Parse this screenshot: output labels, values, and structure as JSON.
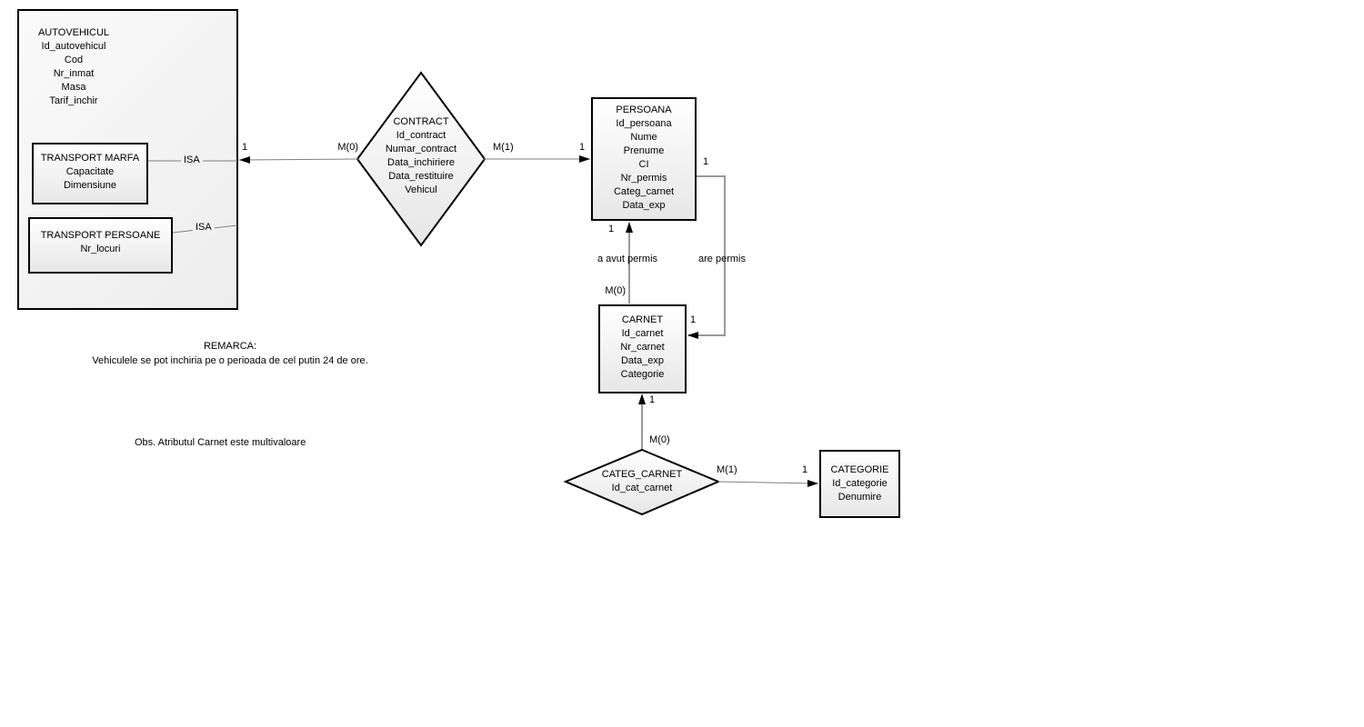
{
  "diagram": {
    "entities": {
      "autovehicul": {
        "title": "AUTOVEHICUL",
        "attributes": [
          "Id_autovehicul",
          "Cod",
          "Nr_inmat",
          "Masa",
          "Tarif_inchir"
        ]
      },
      "transport_marfa": {
        "title": "TRANSPORT MARFA",
        "attributes": [
          "Capacitate",
          "Dimensiune"
        ]
      },
      "transport_persoane": {
        "title": "TRANSPORT PERSOANE",
        "attributes": [
          "Nr_locuri"
        ]
      },
      "persoana": {
        "title": "PERSOANA",
        "attributes": [
          "Id_persoana",
          "Nume",
          "Prenume",
          "CI",
          "Nr_permis",
          "Categ_carnet",
          "Data_exp"
        ]
      },
      "carnet": {
        "title": "CARNET",
        "attributes": [
          "Id_carnet",
          "Nr_carnet",
          "Data_exp",
          "Categorie"
        ]
      },
      "categorie": {
        "title": "CATEGORIE",
        "attributes": [
          "Id_categorie",
          "Denumire"
        ]
      }
    },
    "relationships": {
      "contract": {
        "title": "CONTRACT",
        "attributes": [
          "Id_contract",
          "Numar_contract",
          "Data_inchiriere",
          "Data_restituire",
          "Vehicul"
        ]
      },
      "categ_carnet": {
        "title": "CATEG_CARNET",
        "attributes": [
          "Id_cat_carnet"
        ]
      }
    },
    "isa_labels": {
      "marfa": "ISA",
      "persoane": "ISA"
    },
    "cardinalities": {
      "autovehicul_one": "1",
      "contract_m0": "M(0)",
      "contract_m1": "M(1)",
      "persoana_one": "1",
      "a_avut_one": "1",
      "a_avut_m0": "M(0)",
      "are_one_top": "1",
      "are_one_bottom": "1",
      "carnet_one": "1",
      "categ_m0": "M(0)",
      "categ_m1": "M(1)",
      "categorie_one": "1"
    },
    "relationship_labels": {
      "a_avut_permis": "a avut permis",
      "are_permis": "are permis"
    },
    "notes": {
      "remarca_title": "REMARCA:",
      "remarca_body": "Vehiculele se pot inchiria pe o perioada de cel putin 24 de ore.",
      "obs": "Obs. Atributul Carnet este multivaloare"
    },
    "colors": {
      "border": "#000000",
      "connector": "#808080",
      "connector_light": "#999999",
      "connector_dark": "#333333",
      "arrow": "#000000",
      "text": "#000000",
      "background": "#ffffff"
    }
  }
}
